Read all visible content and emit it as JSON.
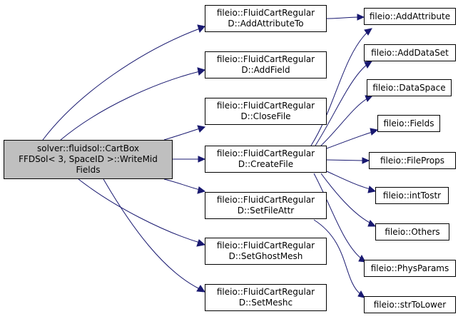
{
  "root": {
    "lines": [
      "solver::fluidsol::CartBox",
      "FFDSol< 3, SpaceID >::WriteMid",
      "Fields"
    ]
  },
  "middle": [
    {
      "lines": [
        "fileio::FluidCartRegular",
        "D::AddAttributeTo"
      ]
    },
    {
      "lines": [
        "fileio::FluidCartRegular",
        "D::AddField"
      ]
    },
    {
      "lines": [
        "fileio::FluidCartRegular",
        "D::CloseFile"
      ]
    },
    {
      "lines": [
        "fileio::FluidCartRegular",
        "D::CreateFile"
      ]
    },
    {
      "lines": [
        "fileio::FluidCartRegular",
        "D::SetFileAttr"
      ]
    },
    {
      "lines": [
        "fileio::FluidCartRegular",
        "D::SetGhostMesh"
      ]
    },
    {
      "lines": [
        "fileio::FluidCartRegular",
        "D::SetMeshc"
      ]
    }
  ],
  "right": [
    {
      "label": "fileio::AddAttribute"
    },
    {
      "label": "fileio::AddDataSet"
    },
    {
      "label": "fileio::DataSpace"
    },
    {
      "label": "fileio::Fields"
    },
    {
      "label": "fileio::FileProps"
    },
    {
      "label": "fileio::intTostr"
    },
    {
      "label": "fileio::Others"
    },
    {
      "label": "fileio::PhysParams"
    },
    {
      "label": "fileio::strToLower"
    }
  ],
  "colors": {
    "edge": "#191970",
    "root_fill": "#bfbfbf",
    "node_fill": "#ffffff"
  }
}
